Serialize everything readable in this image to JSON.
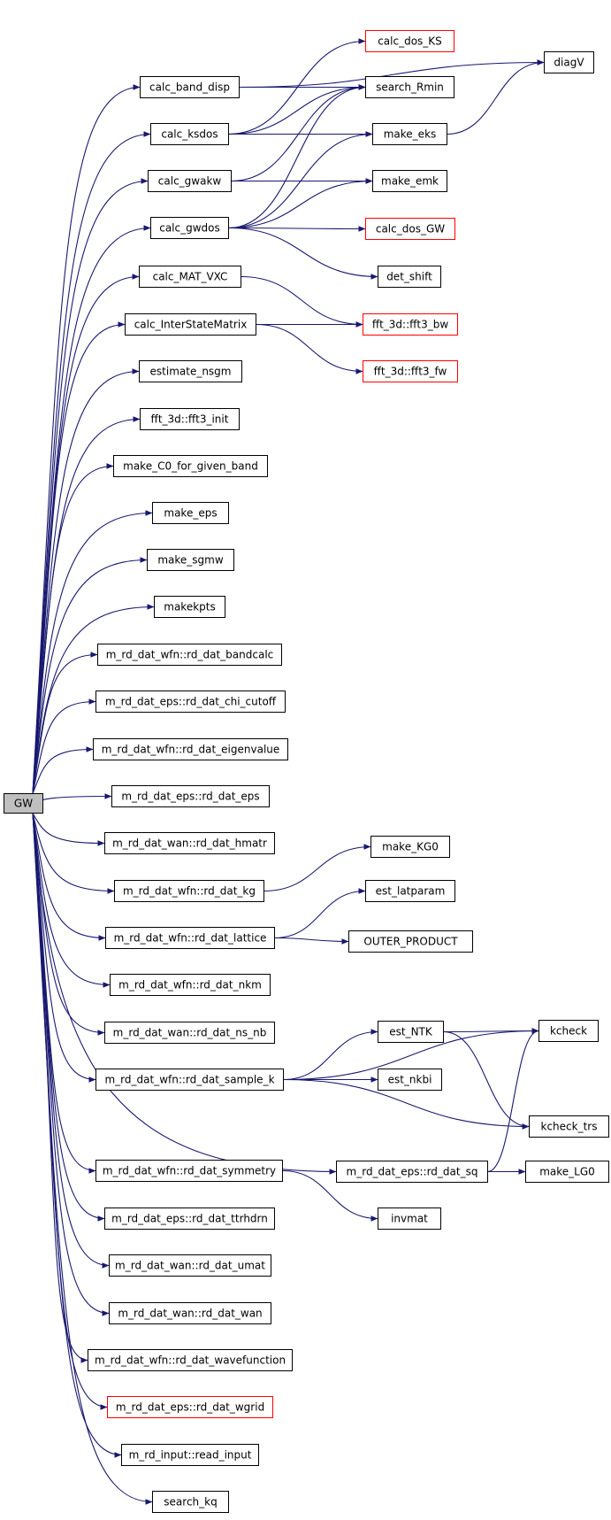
{
  "colors": {
    "edge": "#191970",
    "border_normal": "#000000",
    "border_truncated": "#ff0000",
    "root_fill": "#bfbfbf",
    "node_fill": "#ffffff"
  },
  "nodes": [
    {
      "id": "GW",
      "label": "GW",
      "kind": "root"
    },
    {
      "id": "calc_band_disp",
      "label": "calc_band_disp",
      "kind": "normal"
    },
    {
      "id": "calc_ksdos",
      "label": "calc_ksdos",
      "kind": "normal"
    },
    {
      "id": "calc_gwakw",
      "label": "calc_gwakw",
      "kind": "normal"
    },
    {
      "id": "calc_gwdos",
      "label": "calc_gwdos",
      "kind": "normal"
    },
    {
      "id": "calc_MAT_VXC",
      "label": "calc_MAT_VXC",
      "kind": "normal"
    },
    {
      "id": "calc_InterStateMatrix",
      "label": "calc_InterStateMatrix",
      "kind": "normal"
    },
    {
      "id": "estimate_nsgm",
      "label": "estimate_nsgm",
      "kind": "normal"
    },
    {
      "id": "fft3_init",
      "label": "fft_3d::fft3_init",
      "kind": "normal"
    },
    {
      "id": "make_C0",
      "label": "make_C0_for_given_band",
      "kind": "normal"
    },
    {
      "id": "make_eps",
      "label": "make_eps",
      "kind": "normal"
    },
    {
      "id": "make_sgmw",
      "label": "make_sgmw",
      "kind": "normal"
    },
    {
      "id": "makekpts",
      "label": "makekpts",
      "kind": "normal"
    },
    {
      "id": "rd_dat_bandcalc",
      "label": "m_rd_dat_wfn::rd_dat_bandcalc",
      "kind": "normal"
    },
    {
      "id": "rd_dat_chi_cutoff",
      "label": "m_rd_dat_eps::rd_dat_chi_cutoff",
      "kind": "normal"
    },
    {
      "id": "rd_dat_eigenvalue",
      "label": "m_rd_dat_wfn::rd_dat_eigenvalue",
      "kind": "normal"
    },
    {
      "id": "rd_dat_eps",
      "label": "m_rd_dat_eps::rd_dat_eps",
      "kind": "normal"
    },
    {
      "id": "rd_dat_hmatr",
      "label": "m_rd_dat_wan::rd_dat_hmatr",
      "kind": "normal"
    },
    {
      "id": "rd_dat_kg",
      "label": "m_rd_dat_wfn::rd_dat_kg",
      "kind": "normal"
    },
    {
      "id": "rd_dat_lattice",
      "label": "m_rd_dat_wfn::rd_dat_lattice",
      "kind": "normal"
    },
    {
      "id": "rd_dat_nkm",
      "label": "m_rd_dat_wfn::rd_dat_nkm",
      "kind": "normal"
    },
    {
      "id": "rd_dat_ns_nb",
      "label": "m_rd_dat_wan::rd_dat_ns_nb",
      "kind": "normal"
    },
    {
      "id": "rd_dat_sample_k",
      "label": "m_rd_dat_wfn::rd_dat_sample_k",
      "kind": "normal"
    },
    {
      "id": "rd_dat_symmetry",
      "label": "m_rd_dat_wfn::rd_dat_symmetry",
      "kind": "normal"
    },
    {
      "id": "rd_dat_ttrhdrn",
      "label": "m_rd_dat_eps::rd_dat_ttrhdrn",
      "kind": "normal"
    },
    {
      "id": "rd_dat_umat",
      "label": "m_rd_dat_wan::rd_dat_umat",
      "kind": "normal"
    },
    {
      "id": "rd_dat_wan",
      "label": "m_rd_dat_wan::rd_dat_wan",
      "kind": "normal"
    },
    {
      "id": "rd_dat_wavefunction",
      "label": "m_rd_dat_wfn::rd_dat_wavefunction",
      "kind": "normal"
    },
    {
      "id": "rd_dat_wgrid",
      "label": "m_rd_dat_eps::rd_dat_wgrid",
      "kind": "truncated"
    },
    {
      "id": "read_input",
      "label": "m_rd_input::read_input",
      "kind": "normal"
    },
    {
      "id": "search_kq",
      "label": "search_kq",
      "kind": "normal"
    },
    {
      "id": "calc_dos_KS",
      "label": "calc_dos_KS",
      "kind": "truncated"
    },
    {
      "id": "search_Rmin",
      "label": "search_Rmin",
      "kind": "normal"
    },
    {
      "id": "make_eks",
      "label": "make_eks",
      "kind": "normal"
    },
    {
      "id": "make_emk",
      "label": "make_emk",
      "kind": "normal"
    },
    {
      "id": "calc_dos_GW",
      "label": "calc_dos_GW",
      "kind": "truncated"
    },
    {
      "id": "det_shift",
      "label": "det_shift",
      "kind": "normal"
    },
    {
      "id": "fft3_bw",
      "label": "fft_3d::fft3_bw",
      "kind": "truncated"
    },
    {
      "id": "fft3_fw",
      "label": "fft_3d::fft3_fw",
      "kind": "truncated"
    },
    {
      "id": "diagV",
      "label": "diagV",
      "kind": "normal"
    },
    {
      "id": "make_KG0",
      "label": "make_KG0",
      "kind": "normal"
    },
    {
      "id": "est_latparam",
      "label": "est_latparam",
      "kind": "normal"
    },
    {
      "id": "OUTER_PRODUCT",
      "label": "OUTER_PRODUCT",
      "kind": "normal"
    },
    {
      "id": "est_NTK",
      "label": "est_NTK",
      "kind": "normal"
    },
    {
      "id": "est_nkbi",
      "label": "est_nkbi",
      "kind": "normal"
    },
    {
      "id": "kcheck",
      "label": "kcheck",
      "kind": "normal"
    },
    {
      "id": "kcheck_trs",
      "label": "kcheck_trs",
      "kind": "normal"
    },
    {
      "id": "rd_dat_sq",
      "label": "m_rd_dat_eps::rd_dat_sq",
      "kind": "normal"
    },
    {
      "id": "make_LG0",
      "label": "make_LG0",
      "kind": "normal"
    },
    {
      "id": "invmat",
      "label": "invmat",
      "kind": "normal"
    }
  ],
  "edges": [
    [
      "GW",
      "calc_band_disp"
    ],
    [
      "GW",
      "calc_ksdos"
    ],
    [
      "GW",
      "calc_gwakw"
    ],
    [
      "GW",
      "calc_gwdos"
    ],
    [
      "GW",
      "calc_MAT_VXC"
    ],
    [
      "GW",
      "calc_InterStateMatrix"
    ],
    [
      "GW",
      "estimate_nsgm"
    ],
    [
      "GW",
      "fft3_init"
    ],
    [
      "GW",
      "make_C0"
    ],
    [
      "GW",
      "make_eps"
    ],
    [
      "GW",
      "make_sgmw"
    ],
    [
      "GW",
      "makekpts"
    ],
    [
      "GW",
      "rd_dat_bandcalc"
    ],
    [
      "GW",
      "rd_dat_chi_cutoff"
    ],
    [
      "GW",
      "rd_dat_eigenvalue"
    ],
    [
      "GW",
      "rd_dat_eps"
    ],
    [
      "GW",
      "rd_dat_hmatr"
    ],
    [
      "GW",
      "rd_dat_kg"
    ],
    [
      "GW",
      "rd_dat_lattice"
    ],
    [
      "GW",
      "rd_dat_nkm"
    ],
    [
      "GW",
      "rd_dat_ns_nb"
    ],
    [
      "GW",
      "rd_dat_sample_k"
    ],
    [
      "GW",
      "rd_dat_sq"
    ],
    [
      "GW",
      "rd_dat_symmetry"
    ],
    [
      "GW",
      "rd_dat_ttrhdrn"
    ],
    [
      "GW",
      "rd_dat_umat"
    ],
    [
      "GW",
      "rd_dat_wan"
    ],
    [
      "GW",
      "rd_dat_wavefunction"
    ],
    [
      "GW",
      "rd_dat_wgrid"
    ],
    [
      "GW",
      "read_input"
    ],
    [
      "GW",
      "search_kq"
    ],
    [
      "calc_band_disp",
      "diagV"
    ],
    [
      "calc_band_disp",
      "search_Rmin"
    ],
    [
      "calc_ksdos",
      "calc_dos_KS"
    ],
    [
      "calc_ksdos",
      "search_Rmin"
    ],
    [
      "calc_ksdos",
      "make_eks"
    ],
    [
      "calc_gwakw",
      "search_Rmin"
    ],
    [
      "calc_gwakw",
      "make_emk"
    ],
    [
      "calc_gwdos",
      "search_Rmin"
    ],
    [
      "calc_gwdos",
      "make_eks"
    ],
    [
      "calc_gwdos",
      "make_emk"
    ],
    [
      "calc_gwdos",
      "calc_dos_GW"
    ],
    [
      "calc_gwdos",
      "det_shift"
    ],
    [
      "make_eks",
      "diagV"
    ],
    [
      "calc_MAT_VXC",
      "fft3_bw"
    ],
    [
      "calc_InterStateMatrix",
      "fft3_bw"
    ],
    [
      "calc_InterStateMatrix",
      "fft3_fw"
    ],
    [
      "rd_dat_kg",
      "make_KG0"
    ],
    [
      "rd_dat_lattice",
      "est_latparam"
    ],
    [
      "rd_dat_lattice",
      "OUTER_PRODUCT"
    ],
    [
      "rd_dat_sample_k",
      "est_NTK"
    ],
    [
      "rd_dat_sample_k",
      "est_nkbi"
    ],
    [
      "rd_dat_sample_k",
      "kcheck"
    ],
    [
      "rd_dat_sample_k",
      "kcheck_trs"
    ],
    [
      "est_NTK",
      "kcheck"
    ],
    [
      "est_NTK",
      "kcheck_trs"
    ],
    [
      "rd_dat_sq",
      "kcheck"
    ],
    [
      "rd_dat_sq",
      "make_LG0"
    ],
    [
      "rd_dat_symmetry",
      "invmat"
    ]
  ]
}
